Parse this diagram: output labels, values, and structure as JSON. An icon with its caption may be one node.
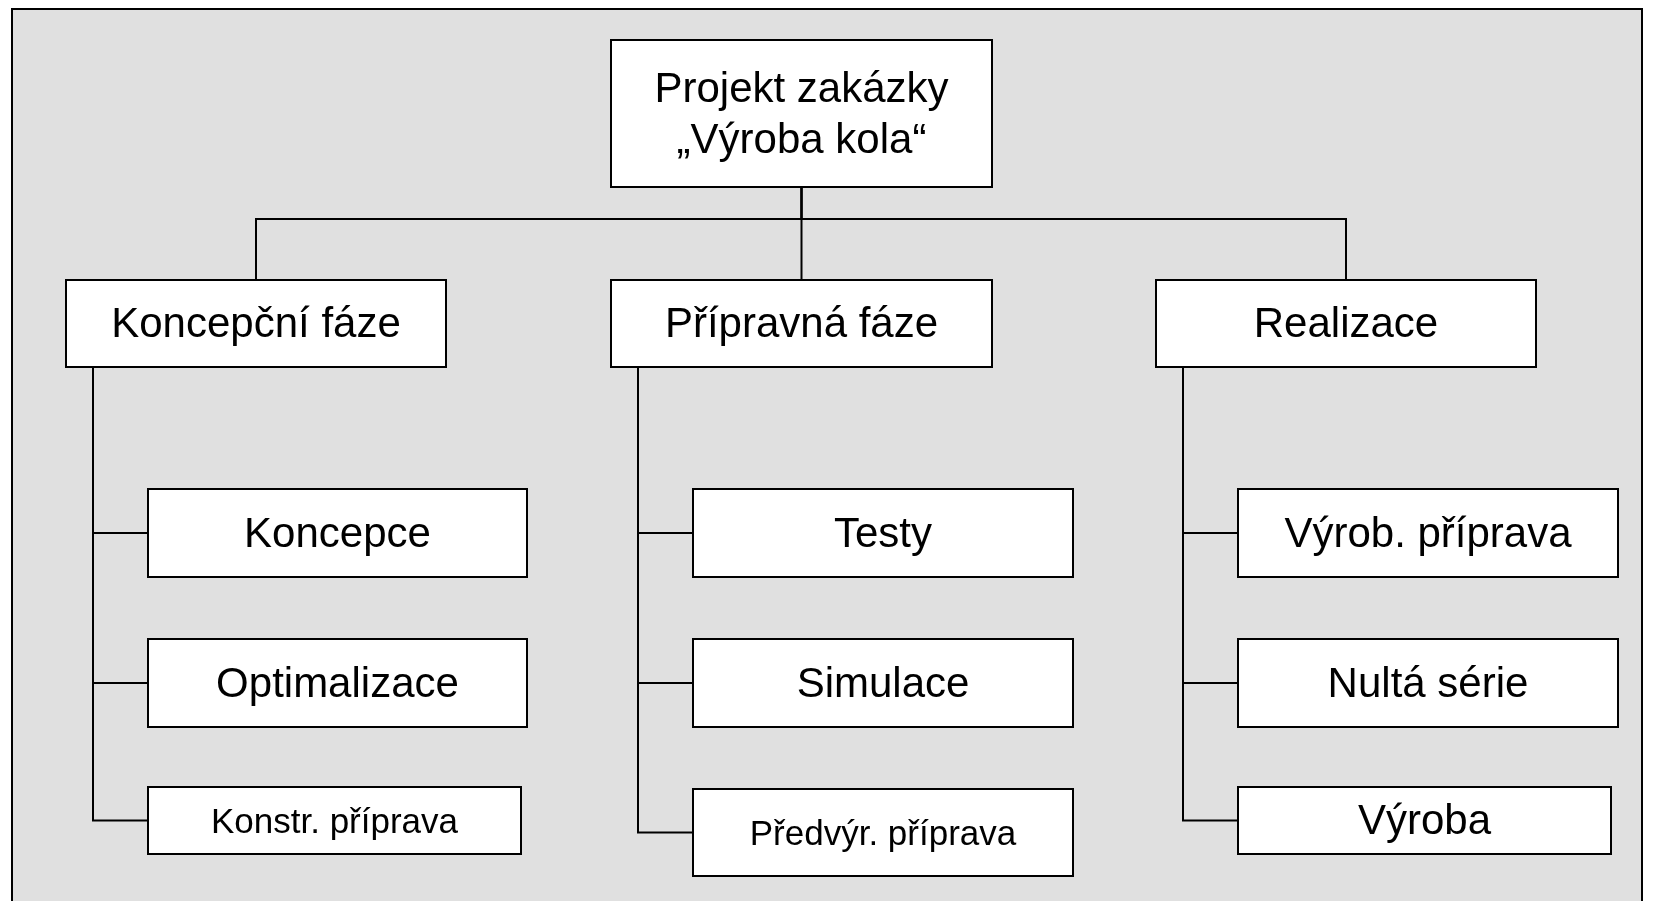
{
  "diagram": {
    "nodes": [
      {
        "text": [
          "Projekt zakázky „Výroba kola“"
        ]
      },
      {
        "text": [
          "Koncepční fáze"
        ]
      },
      {
        "text": [
          "Přípravná fáze"
        ]
      },
      {
        "text": [
          "Realizace"
        ]
      },
      {
        "text": [
          "Koncepce"
        ]
      },
      {
        "text": [
          "Optimalizace"
        ]
      },
      {
        "text": [
          "Konstr. příprava"
        ]
      },
      {
        "text": [
          "Testy"
        ]
      },
      {
        "text": [
          "Simulace"
        ]
      },
      {
        "text": [
          "Předvýr. příprava"
        ]
      },
      {
        "text": [
          "Výrob. příprava"
        ]
      },
      {
        "text": [
          "Nultá série"
        ]
      },
      {
        "text": [
          "Výroba"
        ]
      }
    ],
    "edges": [
      {
        "from": 0,
        "to": 1,
        "arrow": "none"
      },
      {
        "from": 0,
        "to": 2,
        "arrow": "none"
      },
      {
        "from": 0,
        "to": 3,
        "arrow": "none"
      },
      {
        "from": 1,
        "to": 4,
        "arrow": "none"
      },
      {
        "from": 1,
        "to": 5,
        "arrow": "none"
      },
      {
        "from": 1,
        "to": 6,
        "arrow": "none"
      },
      {
        "from": 2,
        "to": 7,
        "arrow": "none"
      },
      {
        "from": 2,
        "to": 8,
        "arrow": "none"
      },
      {
        "from": 2,
        "to": 9,
        "arrow": "none"
      },
      {
        "from": 3,
        "to": 10,
        "arrow": "none"
      },
      {
        "from": 3,
        "to": 11,
        "arrow": "none"
      },
      {
        "from": 3,
        "to": 12,
        "arrow": "none"
      }
    ]
  }
}
